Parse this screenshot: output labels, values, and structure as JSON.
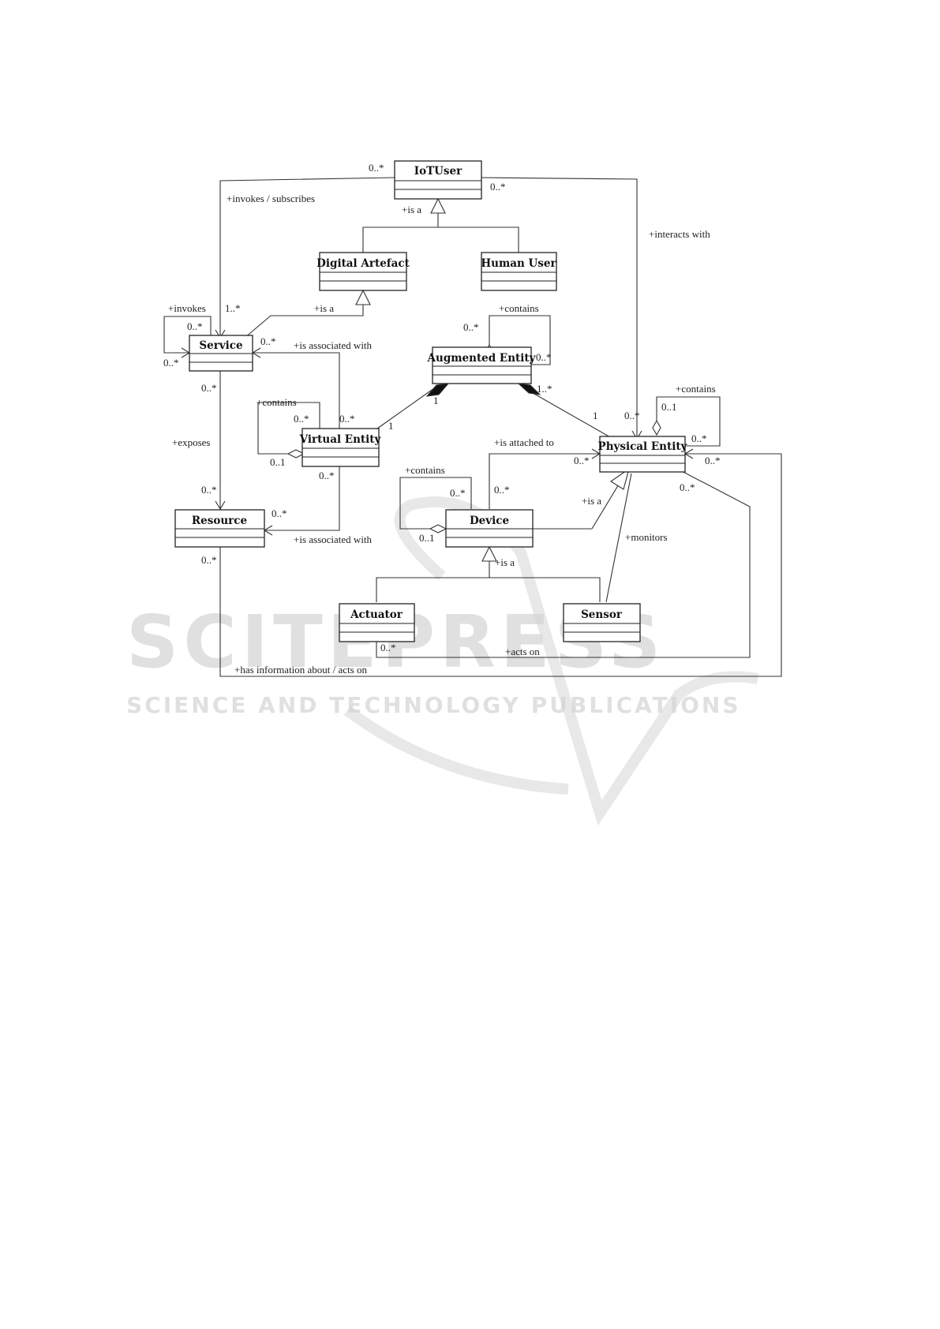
{
  "classes": {
    "iotuser": "IoTUser",
    "digital_artefact": "Digital Artefact",
    "human_user": "Human User",
    "service": "Service",
    "augmented_entity": "Augmented Entity",
    "virtual_entity": "Virtual Entity",
    "physical_entity": "Physical Entity",
    "resource": "Resource",
    "device": "Device",
    "actuator": "Actuator",
    "sensor": "Sensor"
  },
  "labels": {
    "invokes_subscribes": "+invokes / subscribes",
    "interacts_with": "+interacts with",
    "is_a_user": "+is a",
    "invokes": "+invokes",
    "is_a_service": "+is a",
    "contains_ae": "+contains",
    "is_associated_with_ve_service": "+is associated with",
    "contains_ve": "+contains",
    "contains_pe": "+contains",
    "exposes": "+exposes",
    "is_attached_to": "+is attached to",
    "contains_device": "+contains",
    "is_a_device": "+is a",
    "is_associated_with_ve_resource": "+is associated with",
    "monitors": "+monitors",
    "is_a_sub": "+is a",
    "acts_on": "+acts on",
    "has_information_about": "+has information about / acts on"
  },
  "multiplicities": {
    "iotuser_left": "0..*",
    "iotuser_right": "0..*",
    "service_invoked": "1..*",
    "service_self_top": "0..*",
    "service_self_left": "0..*",
    "service_ve_assoc": "0..*",
    "service_bottom": "0..*",
    "ae_self_left": "0..*",
    "ae_self_right": "0..*",
    "ae_ve": "1",
    "ae_pe": "1..*",
    "ve_ae": "1",
    "ve_service": "0..*",
    "ve_self_many": "0..*",
    "ve_self_one": "0..1",
    "ve_resource": "0..*",
    "pe_ae": "1",
    "pe_user": "0..*",
    "pe_self_one": "0..1",
    "pe_self_many": "0..*",
    "pe_attached": "0..*",
    "pe_outer": "0..*",
    "pe_actuator": "0..*",
    "resource_top": "0..*",
    "resource_assoc": "0..*",
    "resource_bottom": "0..*",
    "device_attached": "0..*",
    "device_self_many": "0..*",
    "device_self_one": "0..1",
    "actuator_acts": "0..*"
  },
  "watermark": {
    "big": "SCITEPRESS",
    "small": "SCIENCE AND TECHNOLOGY PUBLICATIONS"
  }
}
